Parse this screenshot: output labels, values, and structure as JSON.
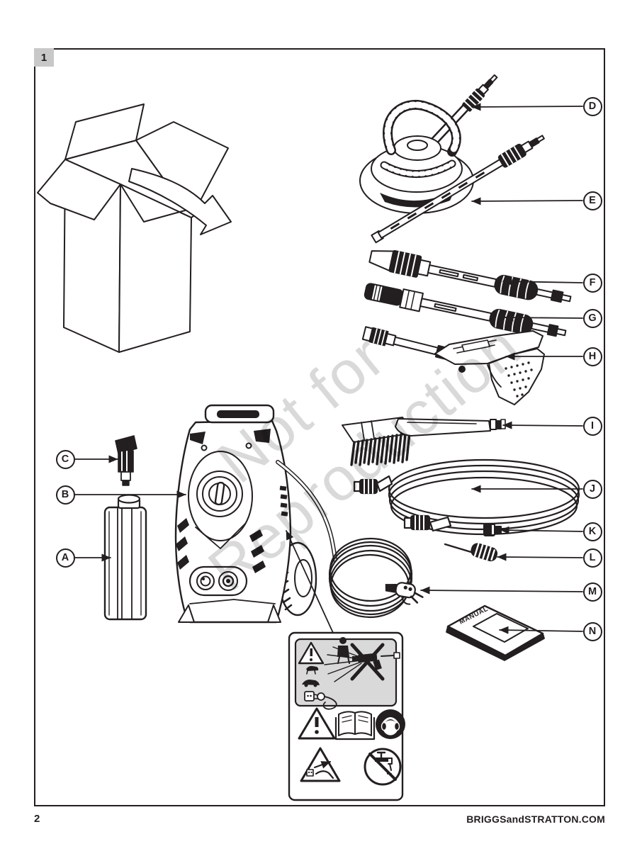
{
  "figure": {
    "number": "1"
  },
  "callouts": {
    "a": "A",
    "b": "B",
    "c": "C",
    "d": "D",
    "e": "E",
    "f": "F",
    "g": "G",
    "h": "H",
    "i": "I",
    "j": "J",
    "k": "K",
    "l": "L",
    "m": "M",
    "n": "N"
  },
  "watermark": {
    "line1": "Not for",
    "line2": "Reproduction"
  },
  "manual": {
    "cover_text": "MANUAL"
  },
  "footer": {
    "page_number": "2",
    "website": "BRIGGSandSTRATTON.COM"
  },
  "colors": {
    "ink": "#231f20",
    "figure_badge_bg": "#c8c8c9",
    "decal_panel_bg": "#d9d9d9"
  }
}
